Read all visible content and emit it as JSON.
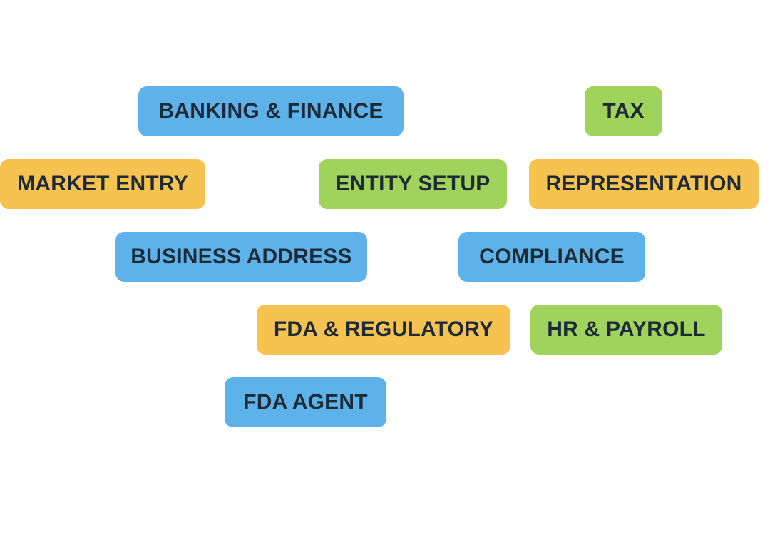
{
  "colors": {
    "blue": "#5db3e9",
    "green": "#9fd35c",
    "yellow": "#f7c350",
    "text": "#1f2a37",
    "background": "#ffffff"
  },
  "tags": [
    {
      "label": "BANKING & FINANCE",
      "color": "blue"
    },
    {
      "label": "TAX",
      "color": "green"
    },
    {
      "label": "MARKET ENTRY",
      "color": "yellow"
    },
    {
      "label": "ENTITY SETUP",
      "color": "green"
    },
    {
      "label": "REPRESENTATION",
      "color": "yellow"
    },
    {
      "label": "BUSINESS ADDRESS",
      "color": "blue"
    },
    {
      "label": "COMPLIANCE",
      "color": "blue"
    },
    {
      "label": "FDA & REGULATORY",
      "color": "yellow"
    },
    {
      "label": "HR & PAYROLL",
      "color": "green"
    },
    {
      "label": "FDA AGENT",
      "color": "blue"
    }
  ]
}
